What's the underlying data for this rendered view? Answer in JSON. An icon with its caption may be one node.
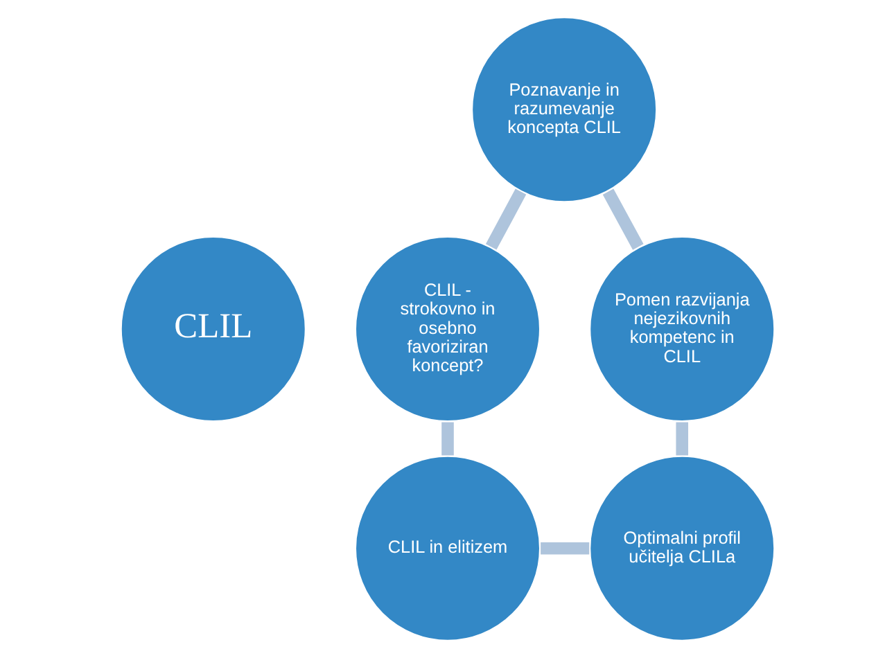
{
  "diagram": {
    "nodes": [
      {
        "text": [
          "CLIL"
        ]
      },
      {
        "text": [
          "Poznavanje in razumevanje koncepta CLIL"
        ]
      },
      {
        "text": [
          "CLIL - strokovno in osebno favoriziran koncept?"
        ]
      },
      {
        "text": [
          "CLIL in elitizem"
        ]
      },
      {
        "text": [
          "Optimalni profil učitelja CLILa"
        ]
      },
      {
        "text": [
          "Pomen razvijanja nejezikovnih kompetenc in CLIL"
        ]
      }
    ],
    "edges": [
      {
        "from": 1,
        "to": 2,
        "arrow": "none"
      },
      {
        "from": 2,
        "to": 3,
        "arrow": "none"
      },
      {
        "from": 3,
        "to": 4,
        "arrow": "none"
      },
      {
        "from": 4,
        "to": 5,
        "arrow": "none"
      },
      {
        "from": 5,
        "to": 1,
        "arrow": "none"
      }
    ]
  }
}
